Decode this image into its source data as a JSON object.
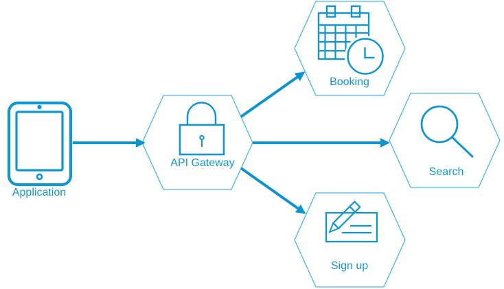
{
  "diagram": {
    "type": "architecture-flow",
    "accent_color": "#1196d1",
    "arrow_color": "#0d93cf",
    "hexagon_border_color": "#4ab4e2",
    "background_color": "#ffffff",
    "nodes": [
      {
        "id": "application",
        "label": "Application",
        "icon": "tablet-icon",
        "shape": "device"
      },
      {
        "id": "api-gateway",
        "label": "API Gateway",
        "icon": "lock-icon",
        "shape": "hexagon"
      },
      {
        "id": "booking",
        "label": "Booking",
        "icon": "calendar-clock-icon",
        "shape": "hexagon"
      },
      {
        "id": "search",
        "label": "Search",
        "icon": "search-icon",
        "shape": "hexagon"
      },
      {
        "id": "signup",
        "label": "Sign up",
        "icon": "signup-form-icon",
        "shape": "hexagon"
      }
    ],
    "connections": [
      {
        "from": "Application",
        "to": "API Gateway"
      },
      {
        "from": "API Gateway",
        "to": "Booking"
      },
      {
        "from": "API Gateway",
        "to": "Search"
      },
      {
        "from": "API Gateway",
        "to": "Sign up"
      }
    ]
  }
}
